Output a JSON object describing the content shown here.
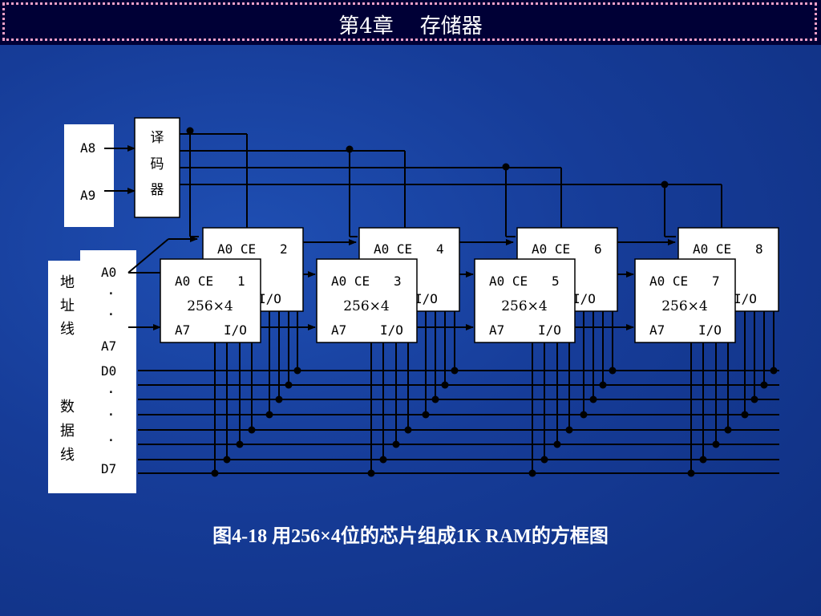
{
  "header": {
    "title": "第4章    存储器"
  },
  "decoder": {
    "label_chars": [
      "译",
      "码",
      "器"
    ]
  },
  "inputs": {
    "a8": "A8",
    "a9": "A9"
  },
  "bus_labels": {
    "addr_chars": [
      "地",
      "址",
      "线"
    ],
    "data_chars": [
      "数",
      "据",
      "线"
    ],
    "a0": "A0",
    "a7": "A7",
    "d0": "D0",
    "d7": "D7",
    "dot": "·"
  },
  "chip_text": {
    "a0_ce": "A0 CE",
    "size": "256×4",
    "a7": "A7",
    "io": "I/O"
  },
  "chips_front": [
    {
      "id": "1"
    },
    {
      "id": "3"
    },
    {
      "id": "5"
    },
    {
      "id": "7"
    }
  ],
  "chips_back": [
    {
      "id": "2"
    },
    {
      "id": "4"
    },
    {
      "id": "6"
    },
    {
      "id": "8"
    }
  ],
  "caption": "图4-18  用256×4位的芯片组成1K RAM的方框图",
  "colors": {
    "background": "#163c98",
    "header": "#000036",
    "header_border": "#f2a0c8",
    "line": "#000000",
    "box": "#ffffff"
  }
}
